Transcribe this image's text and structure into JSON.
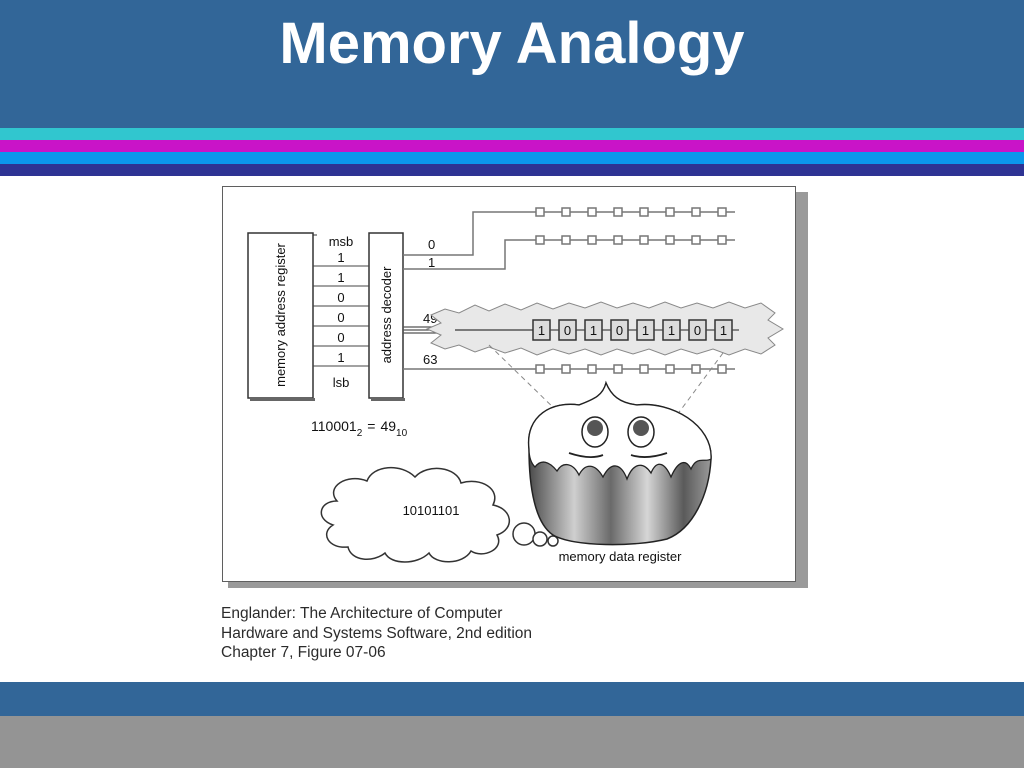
{
  "slide": {
    "title": "Memory Analogy",
    "colors": {
      "header": "#326698",
      "stripe_cyan": "#31c6cf",
      "stripe_magenta": "#c914c8",
      "stripe_blue": "#0b97ec",
      "stripe_navy": "#2e3393",
      "footer_blue": "#326698",
      "footer_gray": "#949494"
    }
  },
  "diagram": {
    "mar_label": "memory address register",
    "decoder_label": "address decoder",
    "msb_label": "msb",
    "lsb_label": "lsb",
    "address_bits": [
      "1",
      "1",
      "0",
      "0",
      "0",
      "1"
    ],
    "output_lines": [
      "0",
      "1",
      "49",
      "63"
    ],
    "equation": {
      "binary": "110001",
      "binary_base": "2",
      "equals": "=",
      "decimal": "49",
      "decimal_base": "10"
    },
    "selected_cells": [
      "1",
      "0",
      "1",
      "0",
      "1",
      "1",
      "0",
      "1"
    ],
    "thought_value": "10101101",
    "mdr_label": "memory data register"
  },
  "caption": {
    "lines": [
      "Englander: The Architecture of Computer",
      "Hardware and Systems Software, 2nd edition",
      "Chapter 7, Figure 07-06"
    ]
  }
}
